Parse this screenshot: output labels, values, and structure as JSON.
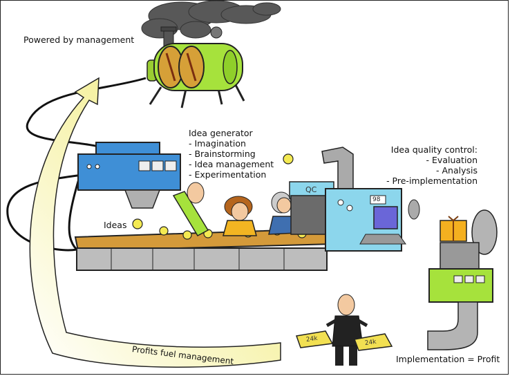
{
  "labels": {
    "powered": "Powered by management",
    "ideas": "Ideas",
    "implementation": "Implementation = Profit",
    "profits_arrow": "Profits fuel management",
    "qc_sign": "QC",
    "qc_display": "98",
    "sack_left": "24k",
    "sack_right": "24k"
  },
  "idea_generator": {
    "title": "Idea generator",
    "items": [
      "- Imagination",
      "- Brainstorming",
      "- Idea management",
      "- Experimentation"
    ]
  },
  "quality_control": {
    "title": "Idea quality control:",
    "items": [
      "- Evaluation",
      "- Analysis",
      "- Pre-implementation"
    ]
  },
  "colors": {
    "engine_green": "#a6e23c",
    "machine_blue": "#3f8fd6",
    "qc_cyan": "#8cd6ec",
    "belt_orange": "#d49a3a",
    "bulb_yellow": "#f4ea52",
    "arrow_yellow": "#f3f088",
    "smoke": "#555555"
  }
}
